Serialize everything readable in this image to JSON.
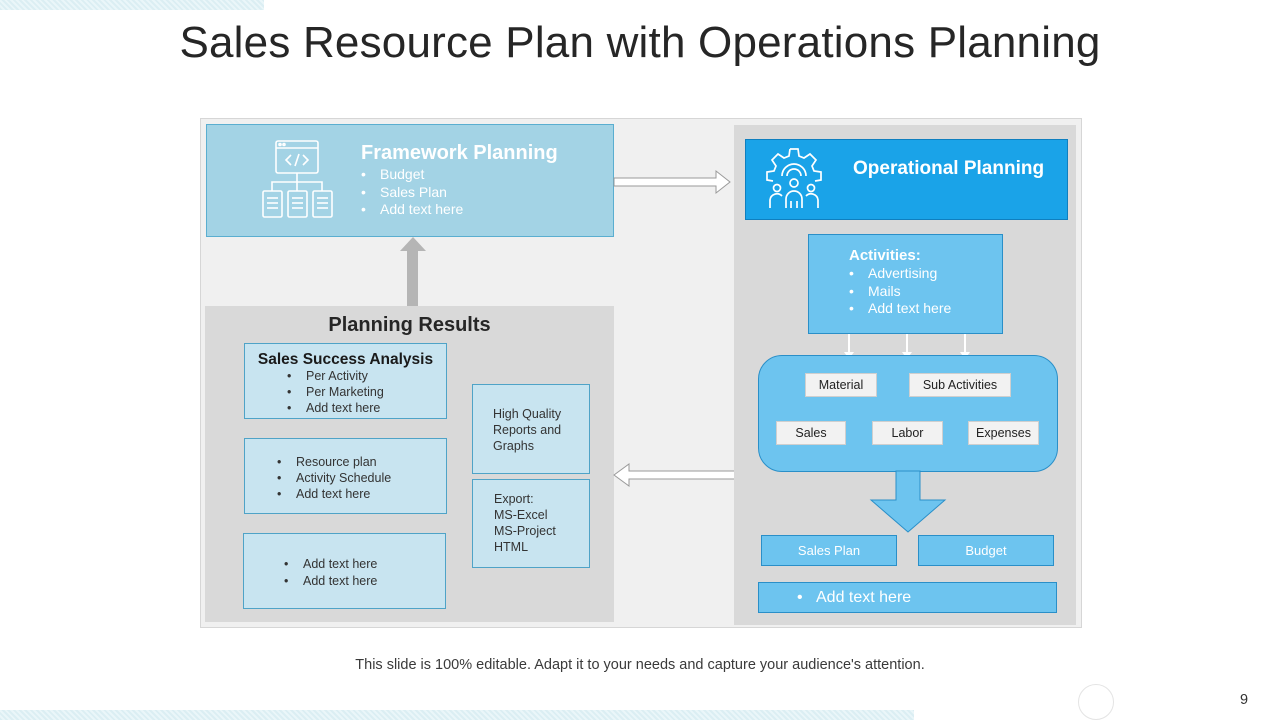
{
  "slide": {
    "title": "Sales Resource Plan with Operations Planning",
    "footer_note": "This slide is 100% editable. Adapt it to your needs and capture your audience's attention.",
    "page_number": "9"
  },
  "framework": {
    "icon": "code-sitemap-icon",
    "title": "Framework Planning",
    "items": [
      "Budget",
      "Sales Plan",
      "Add text here"
    ]
  },
  "planning_results": {
    "title": "Planning Results",
    "sales_success": {
      "title": "Sales Success Analysis",
      "items": [
        "Per Activity",
        "Per Marketing",
        "Add text here"
      ]
    },
    "resource_box": {
      "items": [
        "Resource plan",
        "Activity Schedule",
        "Add text here"
      ]
    },
    "text_box": {
      "items": [
        "Add text here",
        "Add text here"
      ]
    },
    "reports_box": {
      "text": "High Quality Reports and Graphs"
    },
    "export_box": {
      "lines": [
        "Export:",
        "MS-Excel",
        "MS-Project",
        "HTML"
      ]
    }
  },
  "operational": {
    "icon": "gear-team-icon",
    "title": "Operational Planning",
    "activities": {
      "title": "Activities:",
      "items": [
        "Advertising",
        "Mails",
        "Add text here"
      ]
    },
    "chips": {
      "material": "Material",
      "sub_activities": "Sub Activities",
      "sales": "Sales",
      "labor": "Labor",
      "expenses": "Expenses"
    },
    "outputs": {
      "sales_plan": "Sales Plan",
      "budget": "Budget"
    },
    "add_text": "Add text here"
  },
  "colors": {
    "framework_fill": "#a3d3e5",
    "operational_header": "#1aa3e8",
    "activities_fill": "#6dc4ef",
    "panel_gray": "#d9d9d9",
    "result_box_fill": "#c8e4f0"
  }
}
